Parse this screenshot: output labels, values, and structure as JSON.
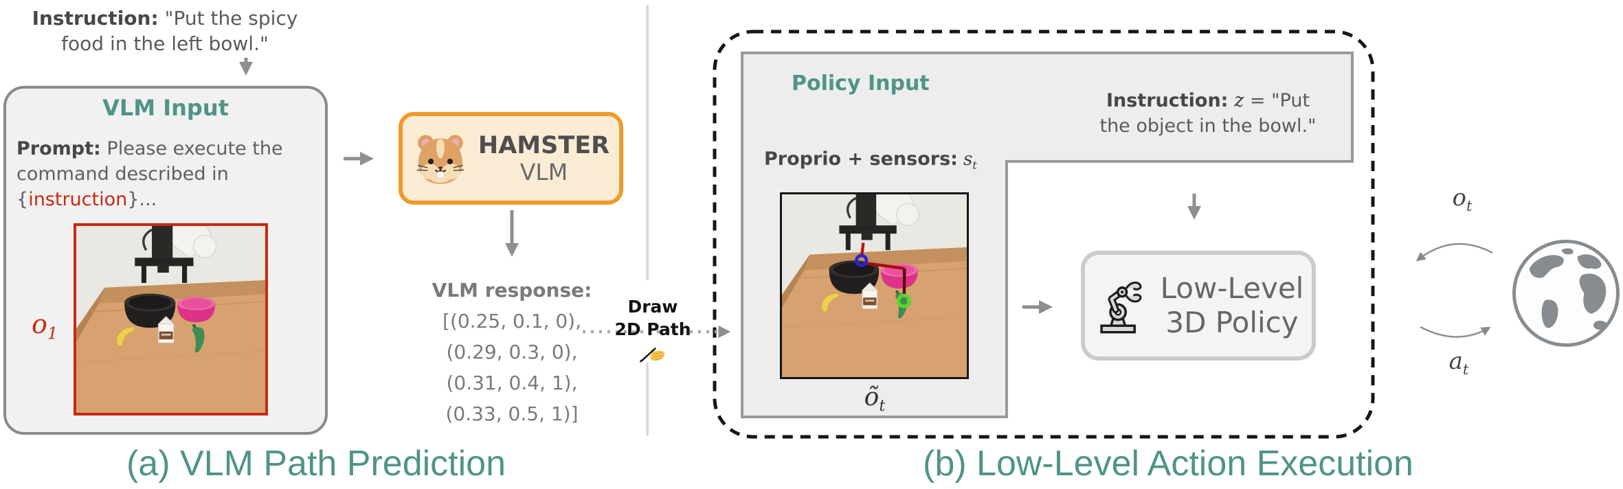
{
  "figure": {
    "accent_teal": "#4f9488",
    "highlight_red": "#c62a12",
    "hamster_orange": "#ee9b28",
    "caption_a": "(a) VLM Path Prediction",
    "caption_b": "(b) Low-Level Action Execution"
  },
  "part_a": {
    "instruction": {
      "label": "Instruction:",
      "line1": "\"Put the spicy",
      "line2": "food in the left bowl.\""
    },
    "vlm_input": {
      "title": "VLM Input",
      "prompt_label": "Prompt:",
      "prompt_line1": "Please execute the",
      "prompt_line2": "command described in",
      "brace_open": "{",
      "instruction_word": "instruction",
      "brace_close": "}",
      "ellipsis": "...",
      "obs_var": "o",
      "obs_sub": "1"
    },
    "hamster": {
      "icon": "hamster-face-icon",
      "title": "HAMSTER",
      "subtitle": "VLM"
    },
    "vlm_response": {
      "label": "VLM response:",
      "lines": [
        "[(0.25, 0.1, 0),",
        "(0.29, 0.3, 0),",
        "(0.31, 0.4, 1),",
        "(0.33, 0.5, 1)]"
      ]
    }
  },
  "draw_path": {
    "line1": "Draw",
    "line2": "2D Path",
    "icon": "writing-hand-icon"
  },
  "part_b": {
    "policy_input": {
      "title": "Policy Input",
      "instruction_label": "Instruction:",
      "instruction_var": "z",
      "instruction_rest": "= \"Put",
      "instruction_line2": "the object in the bowl.\"",
      "proprio_label": "Proprio + sensors:",
      "proprio_var": "s",
      "proprio_sub": "t",
      "obs_var": "õ",
      "obs_sub": "t"
    },
    "policy_box": {
      "icon": "robot-arm-icon",
      "line1": "Low-Level",
      "line2": "3D Policy"
    },
    "world": {
      "icon": "earth-icon",
      "obs_var": "o",
      "obs_sub": "t",
      "act_var": "a",
      "act_sub": "t"
    }
  }
}
